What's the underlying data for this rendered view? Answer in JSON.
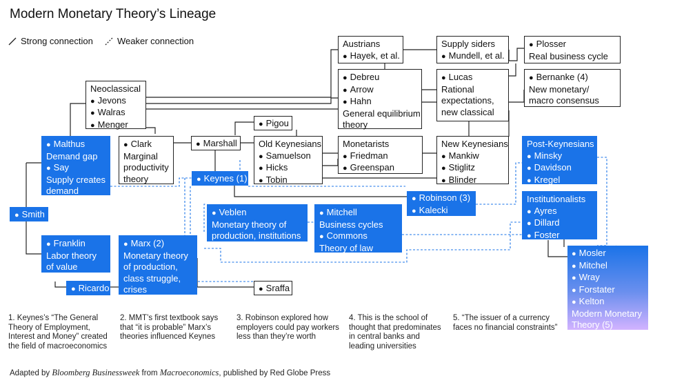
{
  "title": "Modern Monetary Theory’s Lineage",
  "legend": {
    "strong": "Strong connection",
    "weak": "Weaker connection"
  },
  "colors": {
    "accent": "#1a73e8",
    "line": "#222222",
    "gradient_end": "#d2b3ff"
  },
  "boxes": {
    "austrians": {
      "title": "Austrians",
      "items": [
        "Hayek, et al."
      ]
    },
    "supply": {
      "title": "Supply siders",
      "items": [
        "Mundell, et al."
      ]
    },
    "plosser": {
      "items": [
        "Plosser"
      ],
      "text": "Real business cycle"
    },
    "neoclassical": {
      "title": "Neoclassical",
      "items": [
        "Jevons",
        "Walras",
        "Menger"
      ]
    },
    "debreu": {
      "items": [
        "Debreu",
        "Arrow",
        "Hahn"
      ],
      "lines": [
        "General equilibrium",
        "theory"
      ]
    },
    "lucas": {
      "items": [
        "Lucas"
      ],
      "lines": [
        "Rational",
        "expectations,",
        "new classical"
      ]
    },
    "bernanke": {
      "items": [
        "Bernanke (4)"
      ],
      "lines": [
        "New monetary/",
        "macro consensus"
      ]
    },
    "pigou": {
      "items": [
        "Pigou"
      ]
    },
    "malthus": {
      "items": [
        "Malthus"
      ],
      "lines1": [
        "Demand gap"
      ],
      "items2": [
        "Say"
      ],
      "lines2": [
        "Supply creates",
        "demand"
      ]
    },
    "clark": {
      "items": [
        "Clark"
      ],
      "lines": [
        "Marginal",
        "productivity",
        "theory"
      ]
    },
    "marshall": {
      "items": [
        "Marshall"
      ]
    },
    "oldkeynes": {
      "title": "Old Keynesians",
      "items": [
        "Samuelson",
        "Hicks",
        "Tobin"
      ]
    },
    "monetarists": {
      "title": "Monetarists",
      "items": [
        "Friedman",
        "Greenspan"
      ]
    },
    "newkeynes": {
      "title": "New Keynesians",
      "items": [
        "Mankiw",
        "Stiglitz",
        "Blinder"
      ]
    },
    "postkeynes": {
      "title": "Post-Keynesians",
      "items": [
        "Minsky",
        "Davidson",
        "Kregel"
      ]
    },
    "keynes": {
      "items": [
        "Keynes (1)"
      ]
    },
    "robinson": {
      "items": [
        "Robinson (3)",
        "Kalecki"
      ]
    },
    "smith": {
      "items": [
        "Smith"
      ]
    },
    "veblen": {
      "items": [
        "Veblen"
      ],
      "lines": [
        "Monetary theory of",
        "production, institutions"
      ]
    },
    "mitchell": {
      "items": [
        "Mitchell"
      ],
      "lines1": [
        "Business cycles"
      ],
      "items2": [
        "Commons"
      ],
      "lines2": [
        "Theory of law"
      ]
    },
    "institutionalists": {
      "title": "Institutionalists",
      "items": [
        "Ayres",
        "Dillard",
        "Foster"
      ]
    },
    "franklin": {
      "items": [
        "Franklin"
      ],
      "lines": [
        "Labor theory",
        "of value"
      ]
    },
    "marx": {
      "items": [
        "Marx (2)"
      ],
      "lines": [
        "Monetary theory",
        "of production,",
        "class struggle,",
        "crises"
      ]
    },
    "ricardo": {
      "items": [
        "Ricardo"
      ]
    },
    "sraffa": {
      "items": [
        "Sraffa"
      ]
    },
    "mmt": {
      "items": [
        "Mosler",
        "Mitchel",
        "Wray",
        "Forstater",
        "Kelton"
      ],
      "lines": [
        "Modern Monetary",
        "Theory (5)"
      ]
    }
  },
  "notes": [
    [
      "1. Keynes’s “The General",
      "Theory of Employment,",
      "Interest and Money” created",
      "the field of macroeconomics"
    ],
    [
      "2. MMT’s first textbook says",
      "that “it is probable” Marx’s",
      "theories influenced Keynes"
    ],
    [
      "3. Robinson explored how",
      "employers could pay workers",
      "less than they’re worth"
    ],
    [
      "4. This is the school of",
      "thought that predominates",
      "in central banks and",
      "leading universities"
    ],
    [
      "5. “The issuer of a currency",
      "faces no financial constraints”"
    ]
  ],
  "source": {
    "prefix": "Adapted by ",
    "pub1": "Bloomberg Businessweek",
    "mid": " from ",
    "pub2": "Macroeconomics",
    "suffix": ", published by Red Globe Press"
  }
}
